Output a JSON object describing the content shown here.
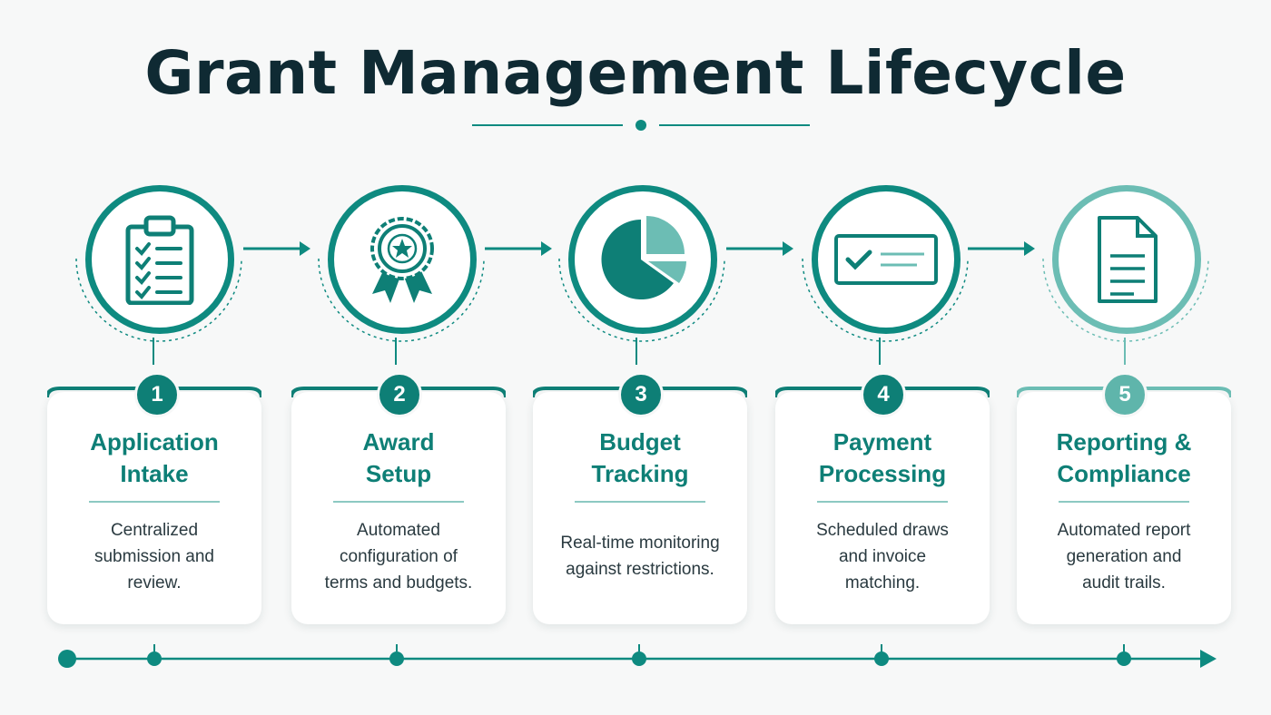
{
  "title": "Grant Management Lifecycle",
  "colors": {
    "primary": "#0e8a80",
    "dark": "#0e7f76",
    "light": "#6cbdb4",
    "title": "#0f2a33"
  },
  "steps": [
    {
      "number": "1",
      "title_line1": "Application",
      "title_line2": "Intake",
      "icon": "clipboard-checklist-icon",
      "desc_lines": [
        "Centralized",
        "submission and",
        "review."
      ]
    },
    {
      "number": "2",
      "title_line1": "Award",
      "title_line2": "Setup",
      "icon": "award-ribbon-icon",
      "desc_lines": [
        "Automated",
        "configuration of",
        "terms and budgets."
      ]
    },
    {
      "number": "3",
      "title_line1": "Budget",
      "title_line2": "Tracking",
      "icon": "pie-chart-icon",
      "desc_lines": [
        "Real-time monitoring",
        "against restrictions."
      ]
    },
    {
      "number": "4",
      "title_line1": "Payment",
      "title_line2": "Processing",
      "icon": "check-payment-icon",
      "desc_lines": [
        "Scheduled draws",
        "and invoice",
        "matching."
      ]
    },
    {
      "number": "5",
      "title_line1": "Reporting &",
      "title_line2": "Compliance",
      "icon": "document-icon",
      "desc_lines": [
        "Automated report",
        "generation and",
        "audit trails."
      ]
    }
  ]
}
